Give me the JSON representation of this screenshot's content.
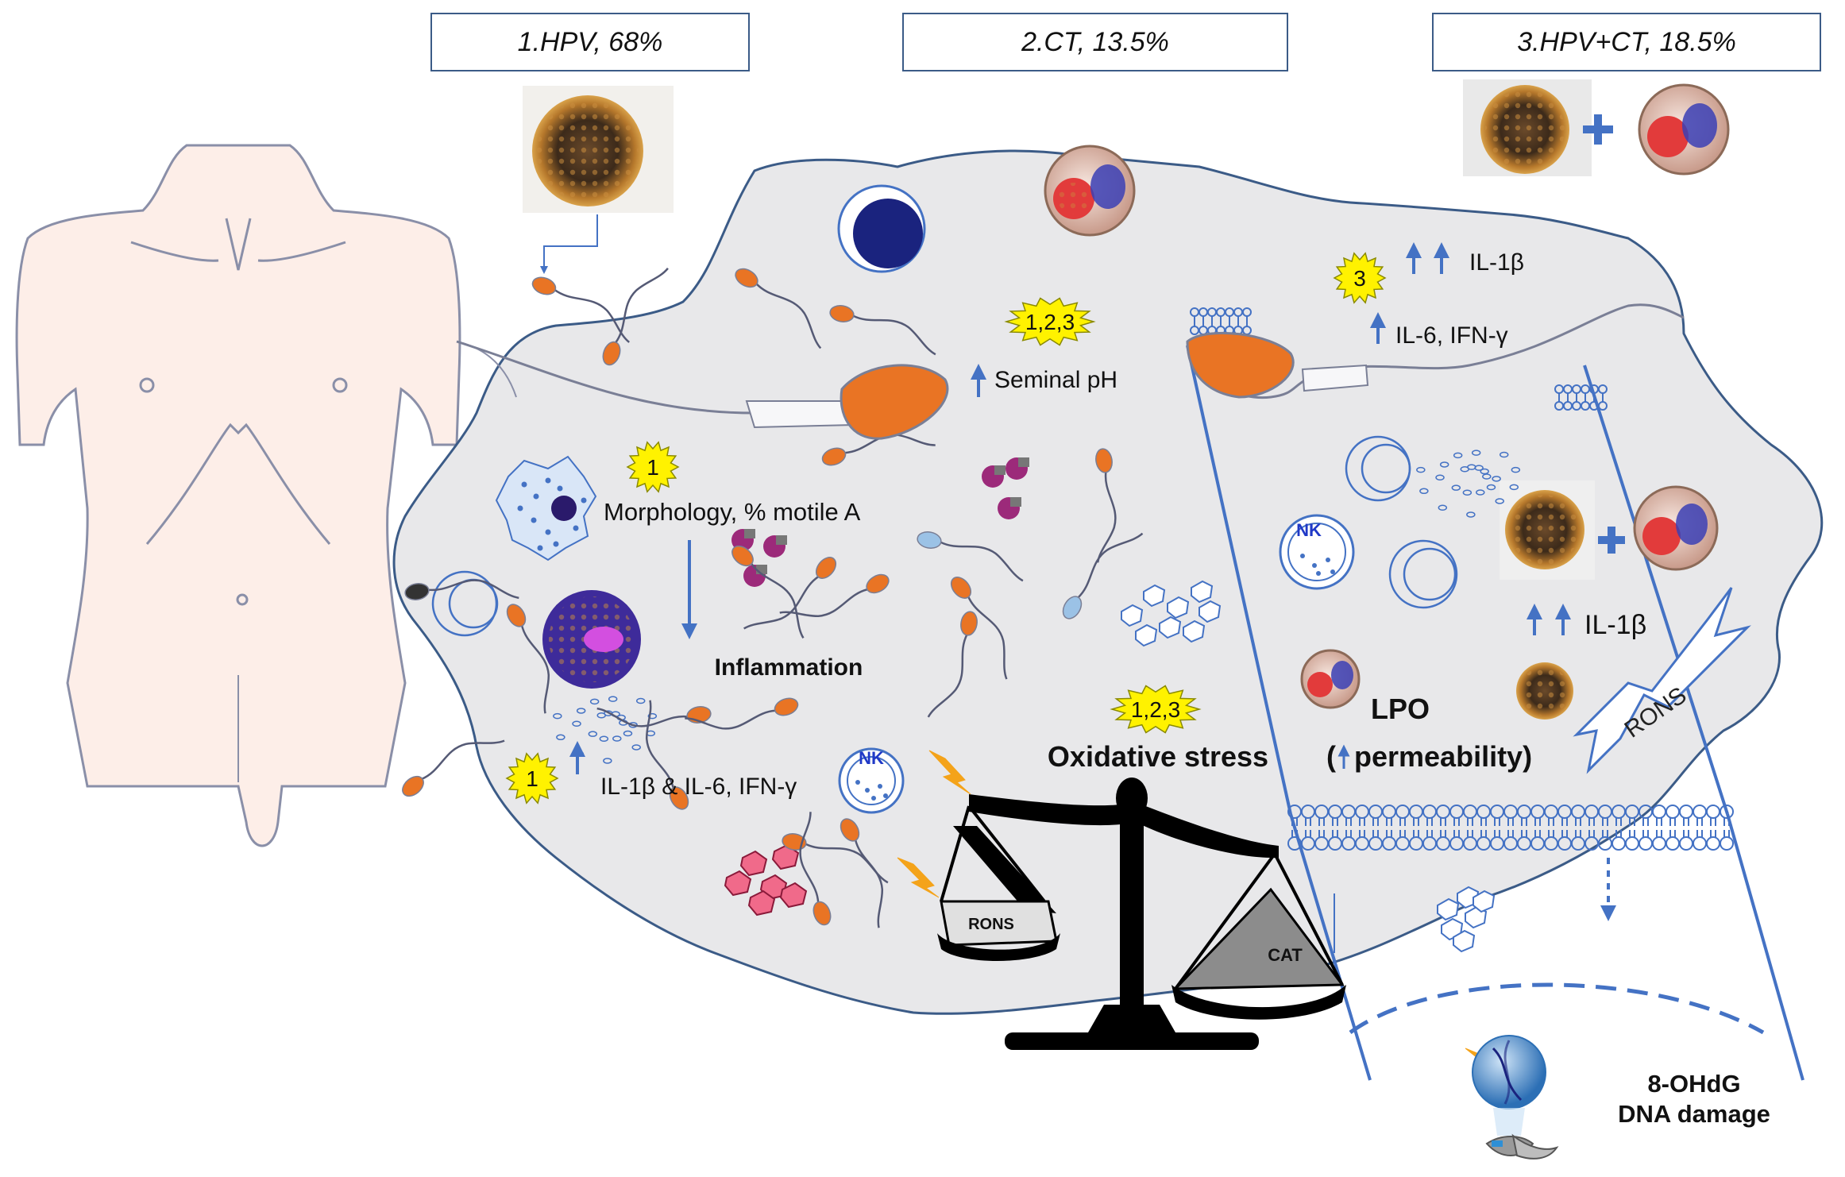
{
  "groups": [
    {
      "label": "1.HPV, 68%"
    },
    {
      "label": "2.CT, 13.5%"
    },
    {
      "label": "3.HPV+CT, 18.5%"
    }
  ],
  "badges": {
    "b1_a": "1",
    "b1_b": "1",
    "b123_a": "1,2,3",
    "b123_b": "1,2,3",
    "b3": "3"
  },
  "labels": {
    "morphology": "Morphology, % motile A",
    "inflammation": "Inflammation",
    "cytokines_left": "IL-1β & IL-6, IFN-γ",
    "seminal_ph": "Seminal pH",
    "oxidative_stress": "Oxidative stress",
    "il1b_top": "IL-1β",
    "il6_ifn": "IL-6, IFN-γ",
    "il1b_mid": "IL-1β",
    "lpo": "LPO",
    "permeability": "permeability)",
    "rons_bolt": "RONS",
    "rons_pan": "RONS",
    "cat_pan": "CAT",
    "nk1": "NK",
    "nk2": "NK",
    "ohdg": "8-OHdG",
    "dna_damage": "DNA damage"
  },
  "colors": {
    "frame": "#3b5b87",
    "tissue": "#e8e8ea",
    "arrow": "#4472c4",
    "sperm_head": "#e97424",
    "badge": "#fff200",
    "body_skin": "#fdeee8",
    "body_line": "#8a8fa8"
  },
  "icons": [
    "hpv-virus-icon",
    "chlamydia-cell-icon",
    "nk-cell-icon",
    "sperm-icon",
    "balance-scale-icon",
    "lightning-icon",
    "dna-chromosome-icon"
  ]
}
